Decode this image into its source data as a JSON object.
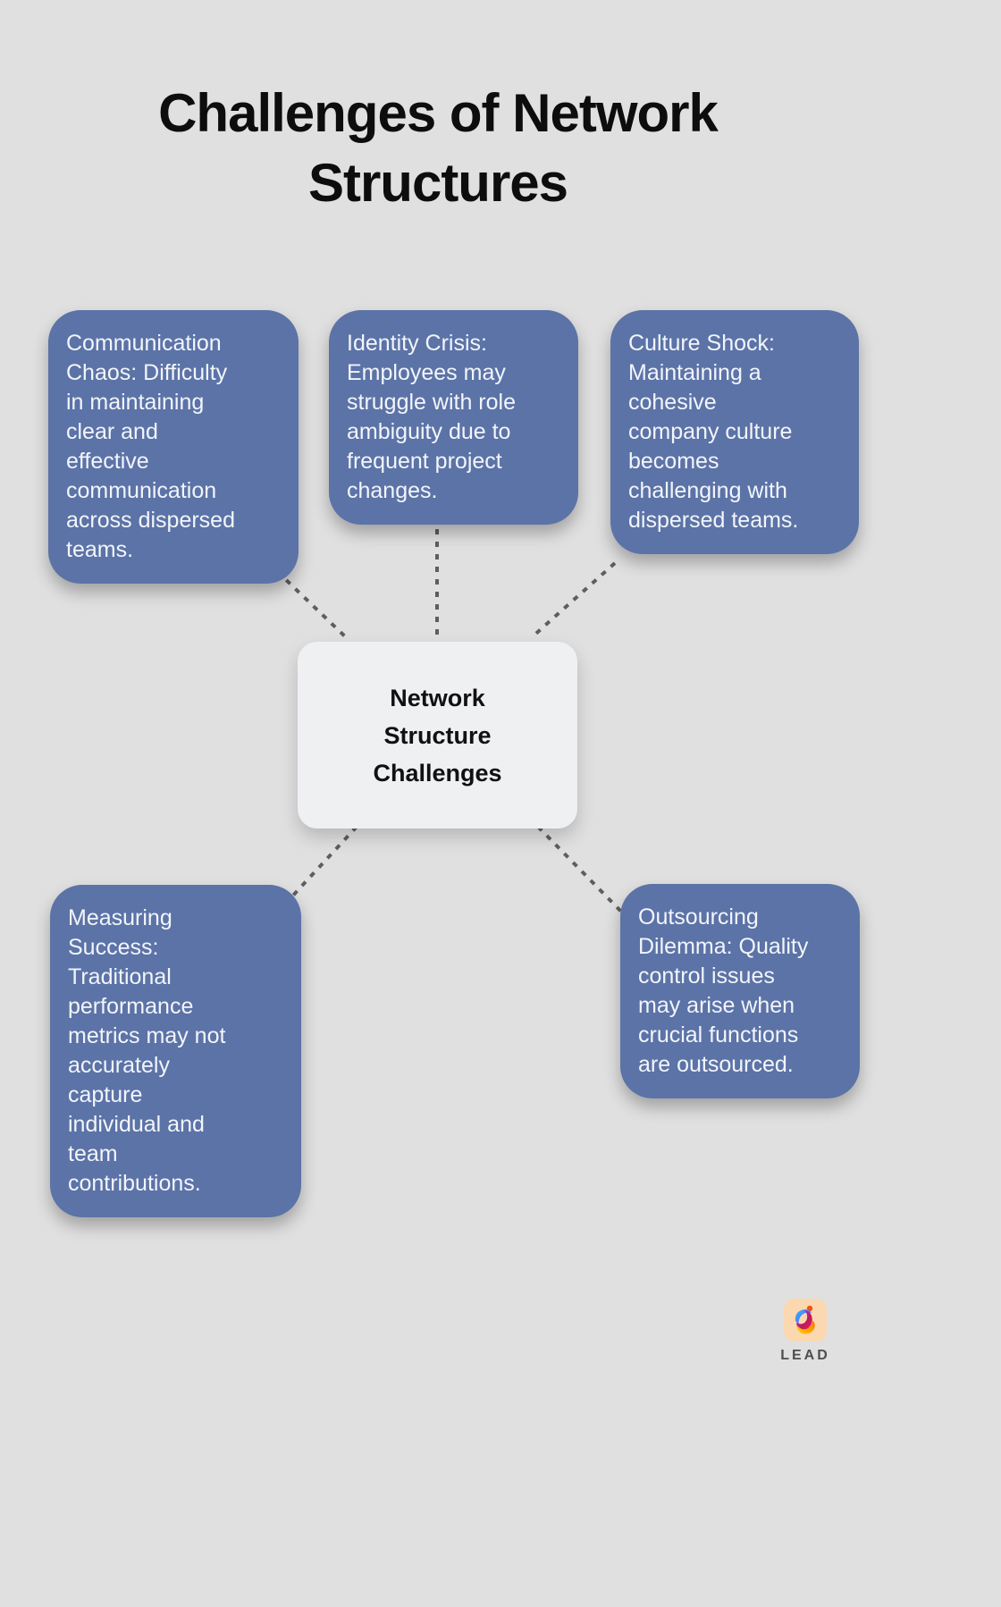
{
  "title": "Challenges of Network\nStructures",
  "center_node": {
    "label": "Network\nStructure\nChallenges"
  },
  "challenges": [
    {
      "id": "communication-chaos",
      "text": "Communication\nChaos: Difficulty\nin maintaining\nclear and\neffective\ncommunication\nacross dispersed\nteams."
    },
    {
      "id": "identity-crisis",
      "text": "Identity Crisis:\nEmployees may\nstruggle with role\nambiguity due to\nfrequent project\nchanges."
    },
    {
      "id": "culture-shock",
      "text": "Culture Shock:\nMaintaining a\ncohesive\ncompany culture\nbecomes\nchallenging with\ndispersed teams."
    },
    {
      "id": "measuring-success",
      "text": "Measuring\nSuccess:\nTraditional\nperformance\nmetrics may not\naccurately\ncapture\nindividual and\nteam\ncontributions."
    },
    {
      "id": "outsourcing-dilemma",
      "text": "Outsourcing\nDilemma: Quality\ncontrol issues\nmay arise when\ncrucial functions\nare outsourced."
    }
  ],
  "logo": {
    "wordmark": "LEAD",
    "icon": "lead-swoosh-icon"
  },
  "colors": {
    "background": "#e0e0e0",
    "challenge_box_fill": "#5c73a7",
    "challenge_box_text": "#f2f5fa",
    "center_box_fill": "#eff0f2",
    "center_box_text": "#111111",
    "title_text": "#0d0d0d",
    "connector": "#5e5e5e",
    "logo_tile": "#fbd8b0",
    "logo_dot": "#f4511e",
    "logo_wordmark_text": "#4e4e4e"
  }
}
